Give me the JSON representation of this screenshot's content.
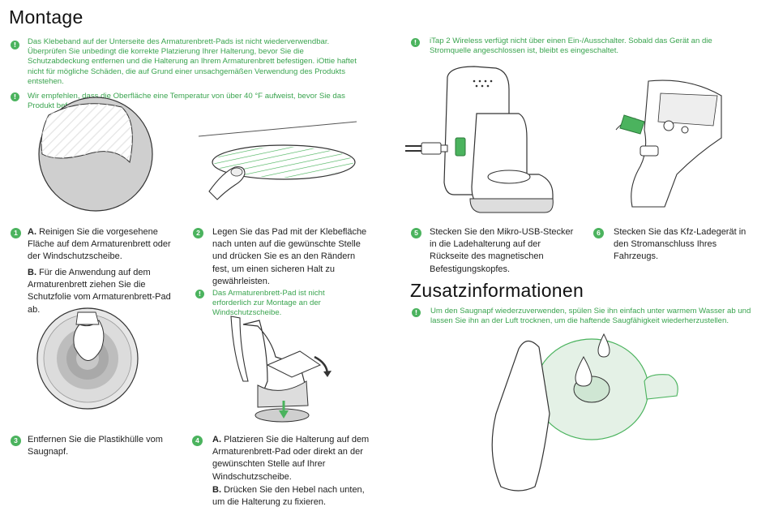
{
  "page": {
    "title": "Montage",
    "section2_title": "Zusatzinformationen"
  },
  "notes": {
    "n1": "Das Klebeband auf der Unterseite des Armaturenbrett-Pads ist nicht wiederverwendbar. Überprüfen Sie unbedingt die korrekte Platzierung Ihrer Halterung, bevor Sie die Schutzabdeckung entfernen und die Halterung an Ihrem Armaturenbrett befestigen. iOttie haftet nicht für mögliche Schäden, die auf Grund einer unsachgemäßen Verwendung des Produkts entstehen.",
    "n2": "Wir empfehlen, dass die Oberfläche eine Temperatur von über 40 °F aufweist, bevor Sie das Produkt befestigen.",
    "n3": "iTap 2 Wireless verfügt nicht über einen Ein-/Ausschalter. Sobald das Gerät an die Stromquelle angeschlossen ist, bleibt es eingeschaltet.",
    "n4": "Das Armaturenbrett-Pad ist nicht erforderlich zur Montage an der Windschutzscheibe.",
    "n5": "Um den Saugnapf wiederzuverwenden, spülen Sie ihn einfach unter warmem Wasser ab und lassen Sie ihn an der Luft trocknen, um die haftende Saugfähigkeit wiederherzustellen."
  },
  "steps": {
    "s1": {
      "num": "1",
      "a_label": "A.",
      "a_text": "Reinigen Sie die vorgesehene Fläche auf dem Armaturenbrett oder der Windschutzscheibe.",
      "b_label": "B.",
      "b_text": "Für die Anwendung auf dem Armaturenbrett ziehen Sie die Schutzfolie vom Armaturenbrett-Pad ab."
    },
    "s2": {
      "num": "2",
      "text": "Legen Sie das Pad mit der Klebefläche nach unten auf die gewünschte Stelle und drücken Sie es an den Rändern fest, um einen sicheren Halt zu gewährleisten."
    },
    "s3": {
      "num": "3",
      "text": "Entfernen Sie die Plastikhülle vom Saugnapf."
    },
    "s4": {
      "num": "4",
      "a_label": "A.",
      "a_text": "Platzieren Sie die Halterung auf dem Armaturenbrett-Pad oder direkt an der gewünschten Stelle auf Ihrer Windschutzscheibe.",
      "b_label": "B.",
      "b_text": "Drücken Sie den Hebel nach unten, um die Halterung zu fixieren."
    },
    "s5": {
      "num": "5",
      "text": "Stecken Sie den Mikro-USB-Stecker in die Ladehalterung auf der Rückseite des magnetischen Befestigungskopfes."
    },
    "s6": {
      "num": "6",
      "text": "Stecken Sie das Kfz-Ladegerät in den Stromanschluss Ihres Fahrzeugs."
    }
  },
  "icon": {
    "glyph": "!"
  },
  "colors": {
    "accent": "#4bb35e",
    "note_text": "#3aa44f"
  }
}
